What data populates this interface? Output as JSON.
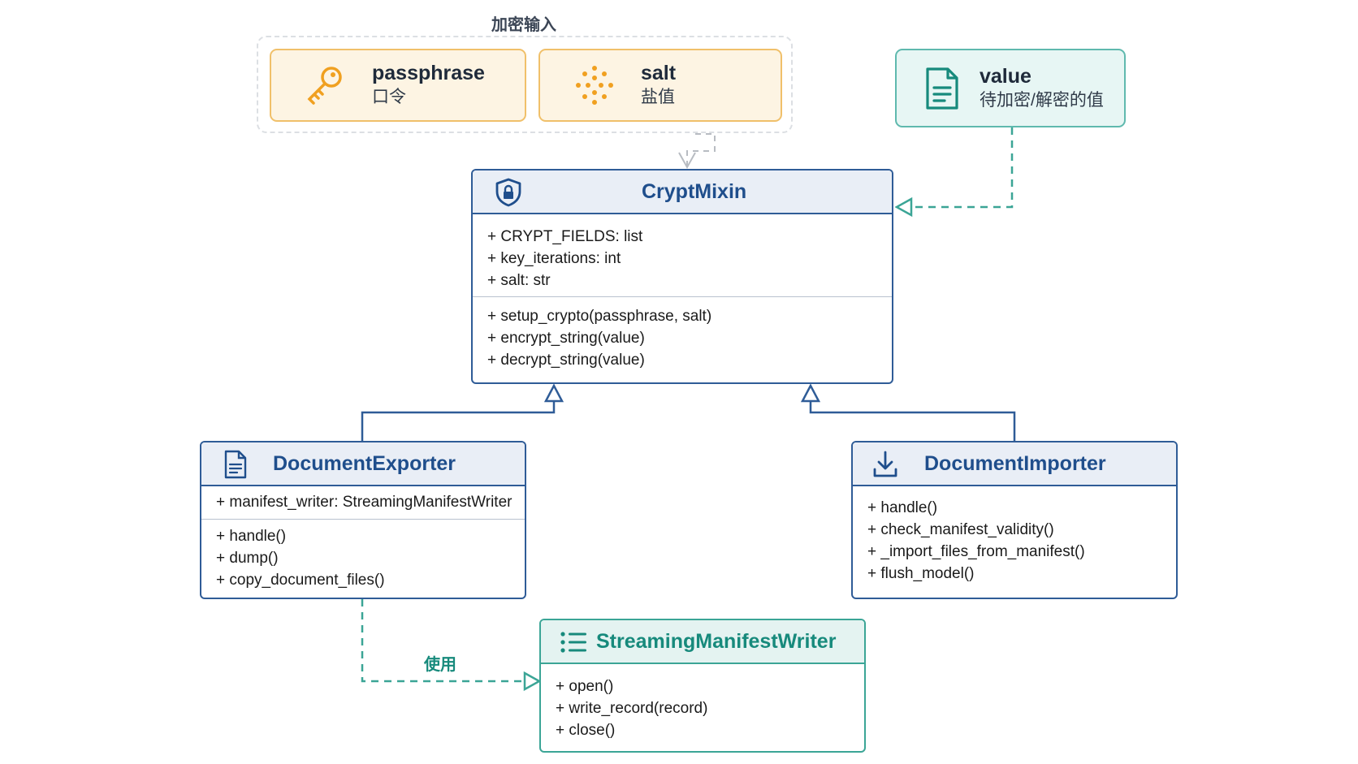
{
  "encryption_inputs": {
    "title": "加密输入",
    "passphrase": {
      "name": "passphrase",
      "label": "口令",
      "icon": "key-icon"
    },
    "salt": {
      "name": "salt",
      "label": "盐值",
      "icon": "salt-crystals-icon"
    }
  },
  "value_input": {
    "name": "value",
    "label": "待加密/解密的值",
    "icon": "document-icon"
  },
  "classes": {
    "crypt_mixin": {
      "name": "CryptMixin",
      "icon": "shield-lock-icon",
      "attributes": [
        "+ CRYPT_FIELDS: list",
        "+ key_iterations: int",
        "+ salt: str"
      ],
      "methods": [
        "+ setup_crypto(passphrase, salt)",
        "+ encrypt_string(value)",
        "+ decrypt_string(value)"
      ]
    },
    "document_exporter": {
      "name": "DocumentExporter",
      "icon": "file-icon",
      "attributes": [
        "+ manifest_writer: StreamingManifestWriter"
      ],
      "methods": [
        "+ handle()",
        "+ dump()",
        "+ copy_document_files()"
      ]
    },
    "document_importer": {
      "name": "DocumentImporter",
      "icon": "download-icon",
      "methods": [
        "+ handle()",
        "+ check_manifest_validity()",
        "+ _import_files_from_manifest()",
        "+ flush_model()"
      ]
    },
    "streaming_manifest_writer": {
      "name": "StreamingManifestWriter",
      "icon": "list-icon",
      "methods": [
        "+ open()",
        "+ write_record(record)",
        "+ close()"
      ]
    }
  },
  "edges": {
    "uses_label": "使用"
  },
  "colors": {
    "class_border": "#2f5c97",
    "class_header": "#e9eef6",
    "class_title": "#1f4e8c",
    "input_fill": "#fdf4e3",
    "input_border": "#f0c06a",
    "input_icon": "#f0a020",
    "teal": "#3ba596",
    "teal_fill": "#e7f6f4"
  }
}
